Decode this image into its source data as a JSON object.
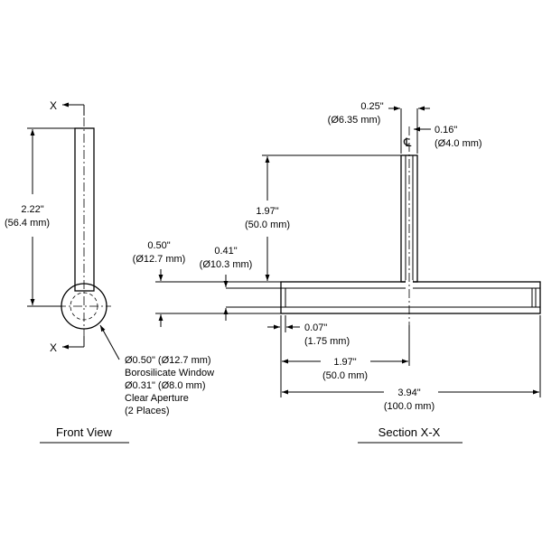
{
  "front_view": {
    "title": "Front View",
    "section_marker_top": "X",
    "section_marker_bottom": "X",
    "height_in": "2.22\"",
    "height_mm": "(56.4 mm)",
    "window_note": [
      "Ø0.50\" (Ø12.7 mm)",
      "Borosilicate Window",
      "Ø0.31\" (Ø8.0 mm)",
      "Clear Aperture",
      "(2 Places)"
    ]
  },
  "section_view": {
    "title": "Section X-X",
    "tube_od_in": "0.25\"",
    "tube_od_mm": "(Ø6.35 mm)",
    "tube_id_in": "0.16\"",
    "tube_id_mm": "(Ø4.0 mm)",
    "stem_height_in": "1.97\"",
    "stem_height_mm": "(50.0 mm)",
    "body_od_in": "0.50\"",
    "body_od_mm": "(Ø12.7 mm)",
    "body_id_in": "0.41\"",
    "body_id_mm": "(Ø10.3 mm)",
    "window_thk_in": "0.07\"",
    "window_thk_mm": "(1.75 mm)",
    "half_length_in": "1.97\"",
    "half_length_mm": "(50.0 mm)",
    "total_length_in": "3.94\"",
    "total_length_mm": "(100.0 mm)",
    "centerline_symbol": "℄"
  }
}
